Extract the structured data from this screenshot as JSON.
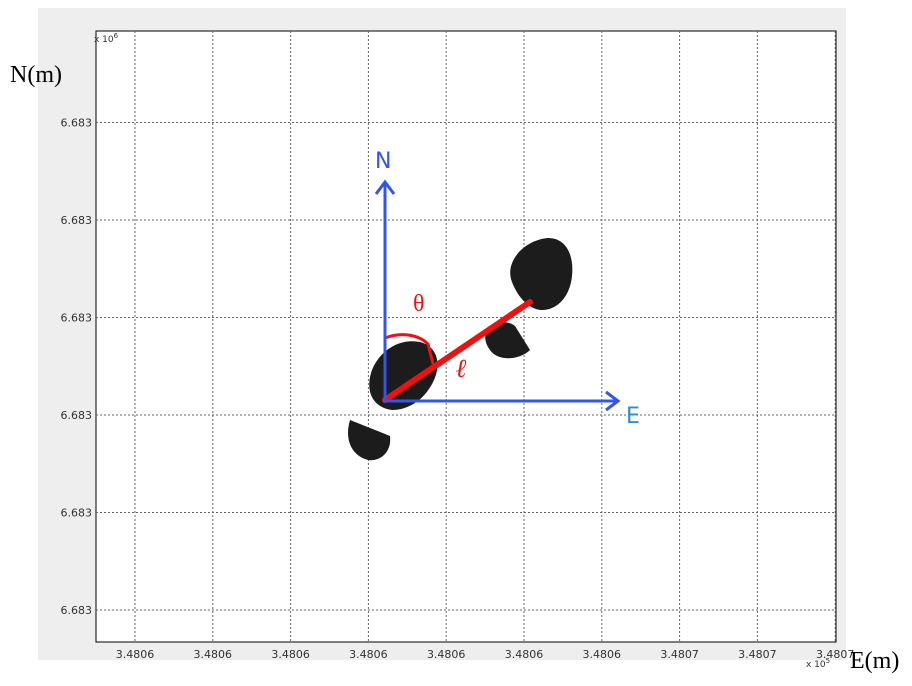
{
  "colors": {
    "frame_bg": "#eeeeee",
    "plot_bg": "#ffffff",
    "grid": "#666666",
    "axis_arrows": "#3355ee",
    "arrow_labels": "#2a8fd8",
    "heading_line": "#ee1111",
    "footprints": "#1c1c1c"
  },
  "figure": {
    "y_exponent": "x 10",
    "y_exponent_power": "6",
    "x_exponent": "x 10",
    "x_exponent_power": "5",
    "y_axis_label": "N(m)",
    "x_axis_label": "E(m)"
  },
  "chart_data": {
    "type": "line",
    "grid": true,
    "x_ticks": [
      "3.4806",
      "3.4806",
      "3.4806",
      "3.4806",
      "3.4806",
      "3.4806",
      "3.4806",
      "3.4807",
      "3.4807",
      "3.4807"
    ],
    "y_ticks": [
      "6.683",
      "6.683",
      "6.683",
      "6.683",
      "6.683",
      "6.683"
    ]
  },
  "overlay": {
    "north_label": "N",
    "east_label": "E",
    "angle_label": "θ",
    "length_label": "ℓ",
    "icons": [
      "north-arrow",
      "east-arrow",
      "heading-line",
      "angle-arc",
      "footprint"
    ]
  }
}
